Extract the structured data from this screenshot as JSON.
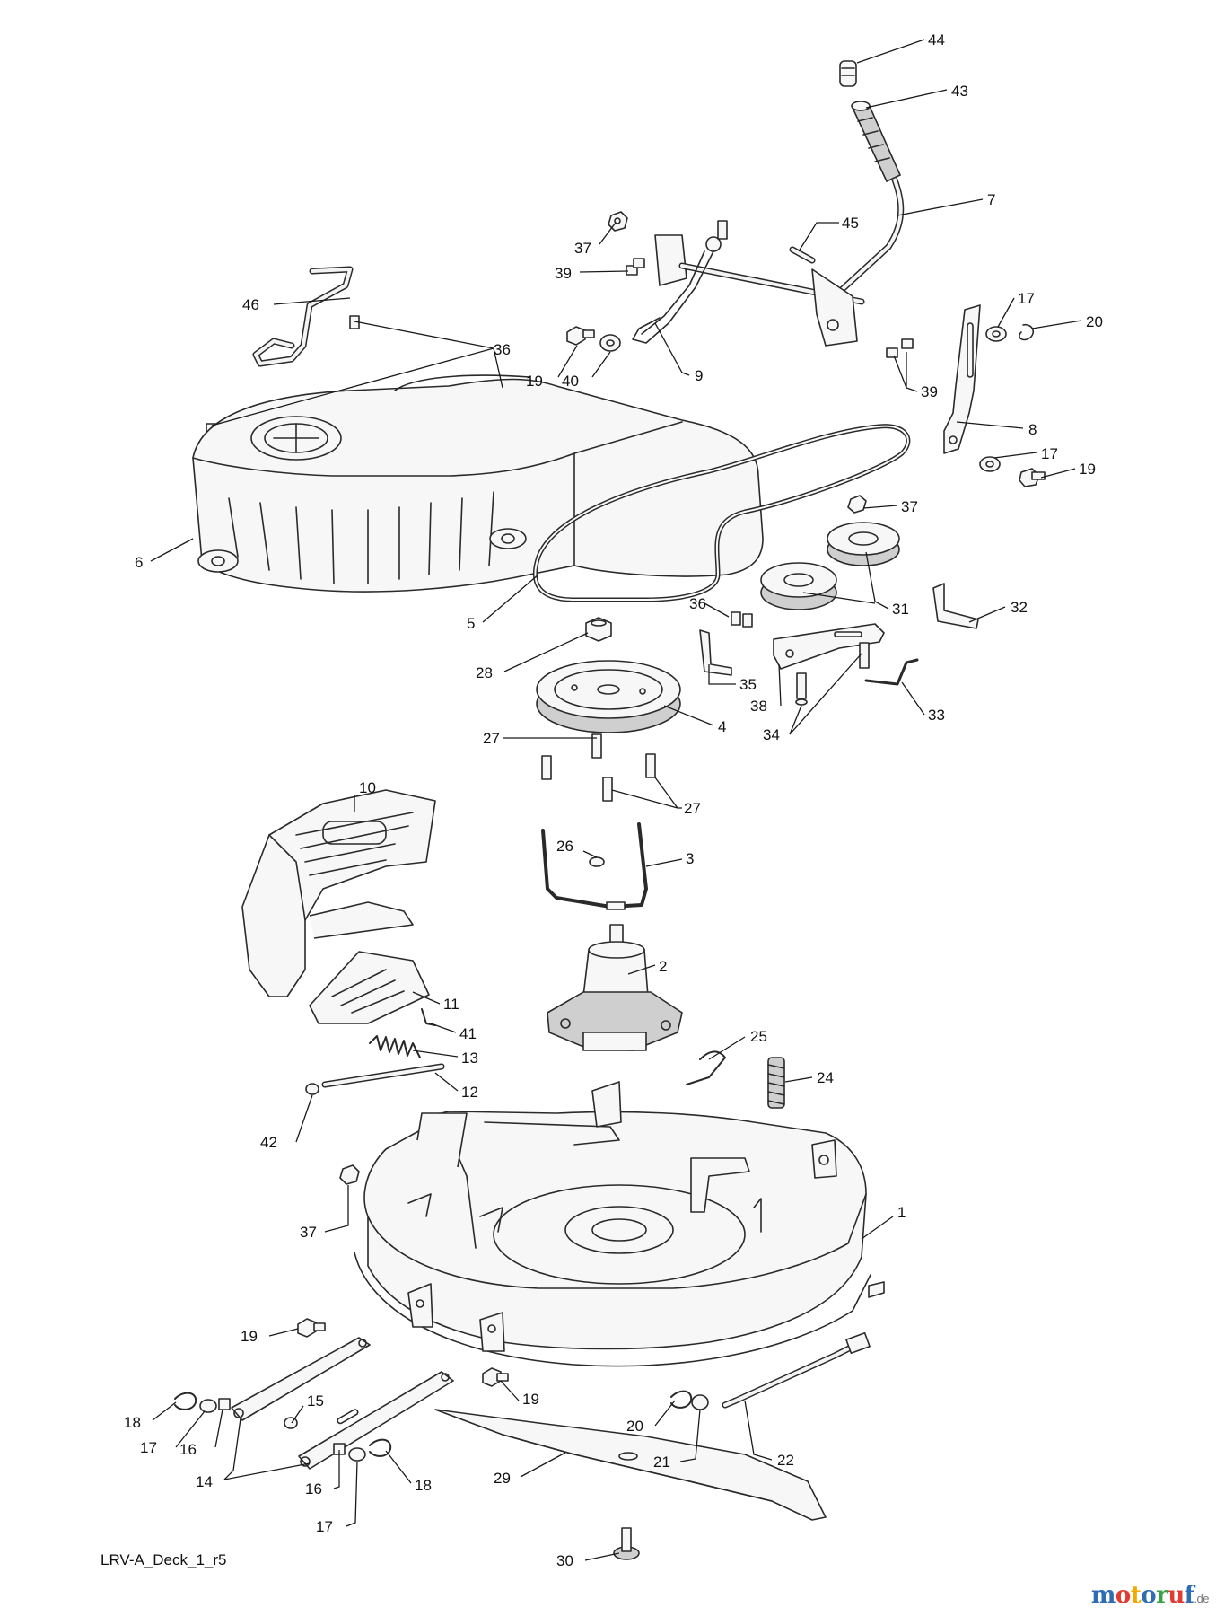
{
  "drawing": {
    "code": "LRV-A_Deck_1_r5"
  },
  "logo": {
    "letters": [
      {
        "ch": "m",
        "color": "#2f6db3"
      },
      {
        "ch": "o",
        "color": "#e03c31"
      },
      {
        "ch": "t",
        "color": "#f2a900"
      },
      {
        "ch": "o",
        "color": "#2f6db3"
      },
      {
        "ch": "r",
        "color": "#3aa047"
      },
      {
        "ch": "u",
        "color": "#e03c31"
      },
      {
        "ch": "f",
        "color": "#2f6db3"
      }
    ],
    "suffix": ".de"
  },
  "callouts": [
    {
      "id": "c44",
      "text": "44"
    },
    {
      "id": "c43",
      "text": "43"
    },
    {
      "id": "c7",
      "text": "7"
    },
    {
      "id": "c45",
      "text": "45"
    },
    {
      "id": "c37a",
      "text": "37"
    },
    {
      "id": "c39a",
      "text": "39"
    },
    {
      "id": "c46",
      "text": "46"
    },
    {
      "id": "c36a",
      "text": "36"
    },
    {
      "id": "c19a",
      "text": "19"
    },
    {
      "id": "c40",
      "text": "40"
    },
    {
      "id": "c9",
      "text": "9"
    },
    {
      "id": "c17a",
      "text": "17"
    },
    {
      "id": "c20a",
      "text": "20"
    },
    {
      "id": "c39b",
      "text": "39"
    },
    {
      "id": "c8",
      "text": "8"
    },
    {
      "id": "c17b",
      "text": "17"
    },
    {
      "id": "c19b",
      "text": "19"
    },
    {
      "id": "c37b",
      "text": "37"
    },
    {
      "id": "c6",
      "text": "6"
    },
    {
      "id": "c31",
      "text": "31"
    },
    {
      "id": "c32",
      "text": "32"
    },
    {
      "id": "c36b",
      "text": "36"
    },
    {
      "id": "c5",
      "text": "5"
    },
    {
      "id": "c28",
      "text": "28"
    },
    {
      "id": "c35",
      "text": "35"
    },
    {
      "id": "c38",
      "text": "38"
    },
    {
      "id": "c33",
      "text": "33"
    },
    {
      "id": "c4",
      "text": "4"
    },
    {
      "id": "c34",
      "text": "34"
    },
    {
      "id": "c27a",
      "text": "27"
    },
    {
      "id": "c27b",
      "text": "27"
    },
    {
      "id": "c10",
      "text": "10"
    },
    {
      "id": "c26",
      "text": "26"
    },
    {
      "id": "c3",
      "text": "3"
    },
    {
      "id": "c2",
      "text": "2"
    },
    {
      "id": "c11",
      "text": "11"
    },
    {
      "id": "c41",
      "text": "41"
    },
    {
      "id": "c13",
      "text": "13"
    },
    {
      "id": "c12",
      "text": "12"
    },
    {
      "id": "c25",
      "text": "25"
    },
    {
      "id": "c24",
      "text": "24"
    },
    {
      "id": "c42",
      "text": "42"
    },
    {
      "id": "c1",
      "text": "1"
    },
    {
      "id": "c37c",
      "text": "37"
    },
    {
      "id": "c19c",
      "text": "19"
    },
    {
      "id": "c15",
      "text": "15"
    },
    {
      "id": "c18a",
      "text": "18"
    },
    {
      "id": "c17c",
      "text": "17"
    },
    {
      "id": "c16a",
      "text": "16"
    },
    {
      "id": "c14",
      "text": "14"
    },
    {
      "id": "c19d",
      "text": "19"
    },
    {
      "id": "c20b",
      "text": "20"
    },
    {
      "id": "c21",
      "text": "21"
    },
    {
      "id": "c22",
      "text": "22"
    },
    {
      "id": "c16b",
      "text": "16"
    },
    {
      "id": "c18b",
      "text": "18"
    },
    {
      "id": "c17d",
      "text": "17"
    },
    {
      "id": "c29",
      "text": "29"
    },
    {
      "id": "c30",
      "text": "30"
    }
  ]
}
